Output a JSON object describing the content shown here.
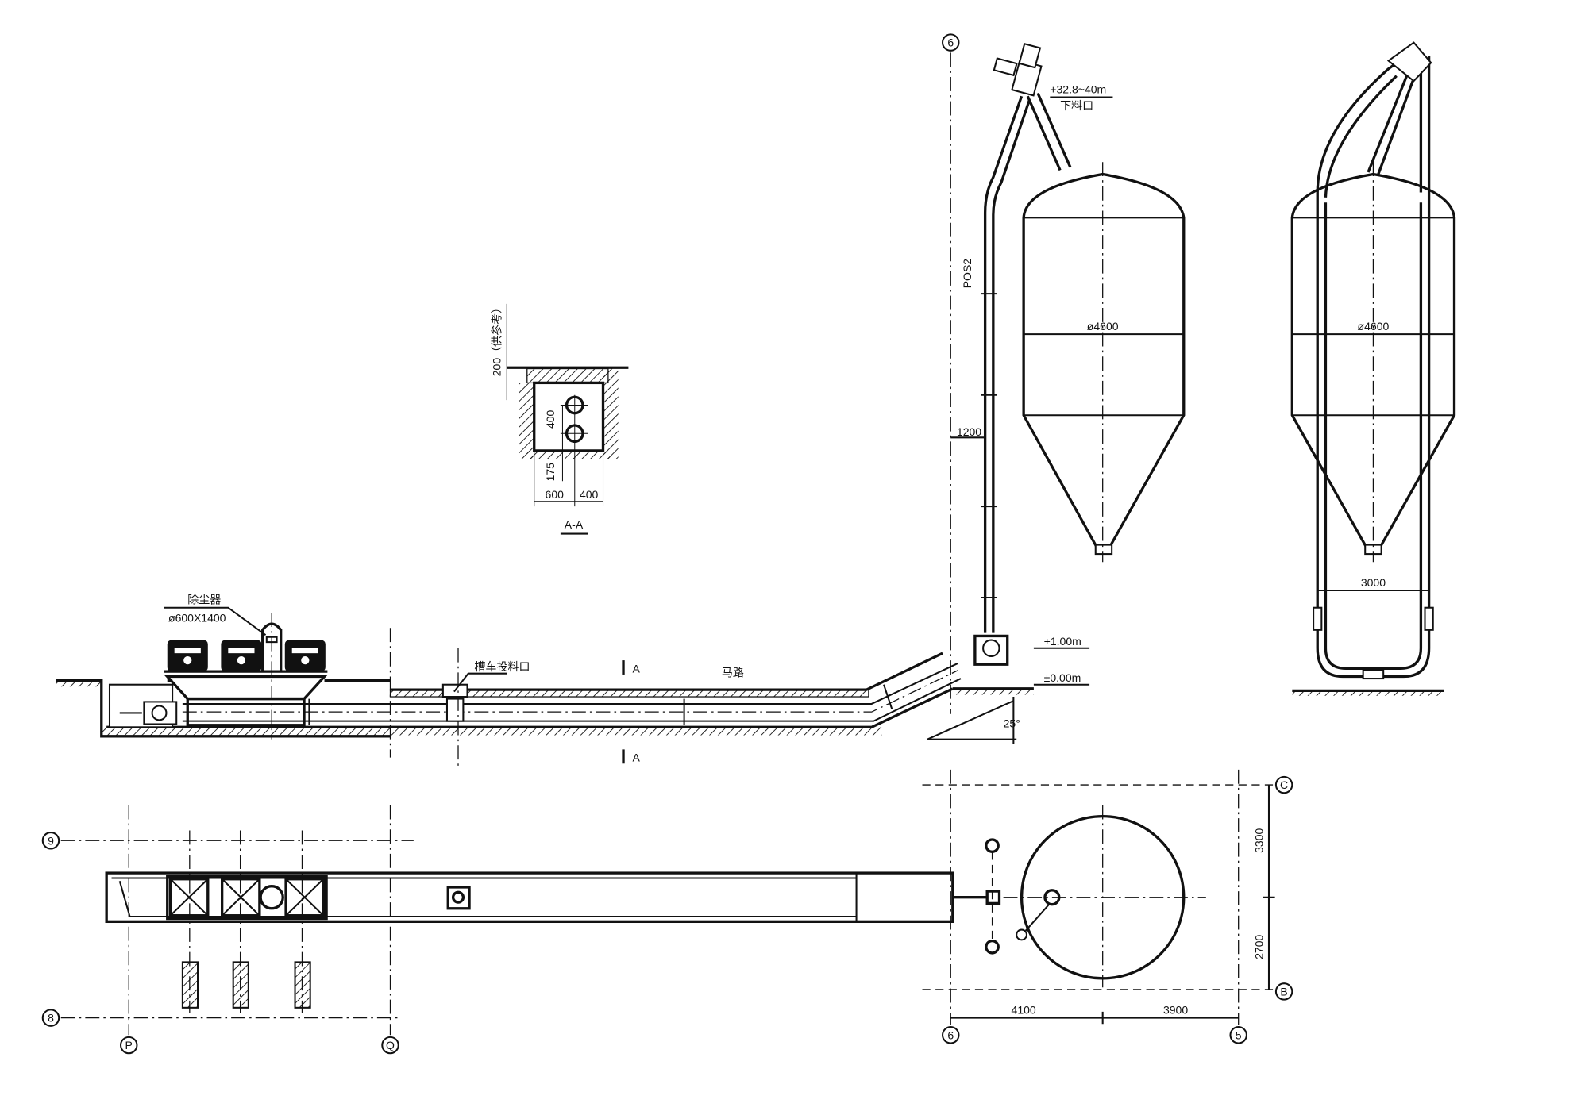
{
  "elevation": {
    "top_level": "+32.8~40m",
    "discharge_label": "下料口",
    "elevator_label": "POS2",
    "dim_1200": "1200",
    "level_1": "+1.00m",
    "level_0": "±0.00m",
    "angle": "25°",
    "dust_collector_label": "除尘器",
    "dust_collector_size": "ø600X1400",
    "tanker_inlet_label": "槽车投料口",
    "road_label": "马路",
    "section_mark_top": "A",
    "section_mark_bottom": "A"
  },
  "silo_left": {
    "diameter": "ø4600"
  },
  "silo_right": {
    "diameter": "ø4600",
    "leg_spacing": "3000"
  },
  "section_aa": {
    "title": "A-A",
    "dim_cover": "200（供参考）",
    "dim_pipe_spacing": "400",
    "dim_bottom": "175",
    "dim_left": "600",
    "dim_right": "400"
  },
  "plan": {
    "grid": {
      "g9": "9",
      "g8": "8",
      "gP": "P",
      "gQ": "Q",
      "gC": "C",
      "gB": "B",
      "g6": "6",
      "g5": "5"
    },
    "dim_3300": "3300",
    "dim_2700": "2700",
    "dim_4100": "4100",
    "dim_3900": "3900"
  },
  "grid_top": "6"
}
